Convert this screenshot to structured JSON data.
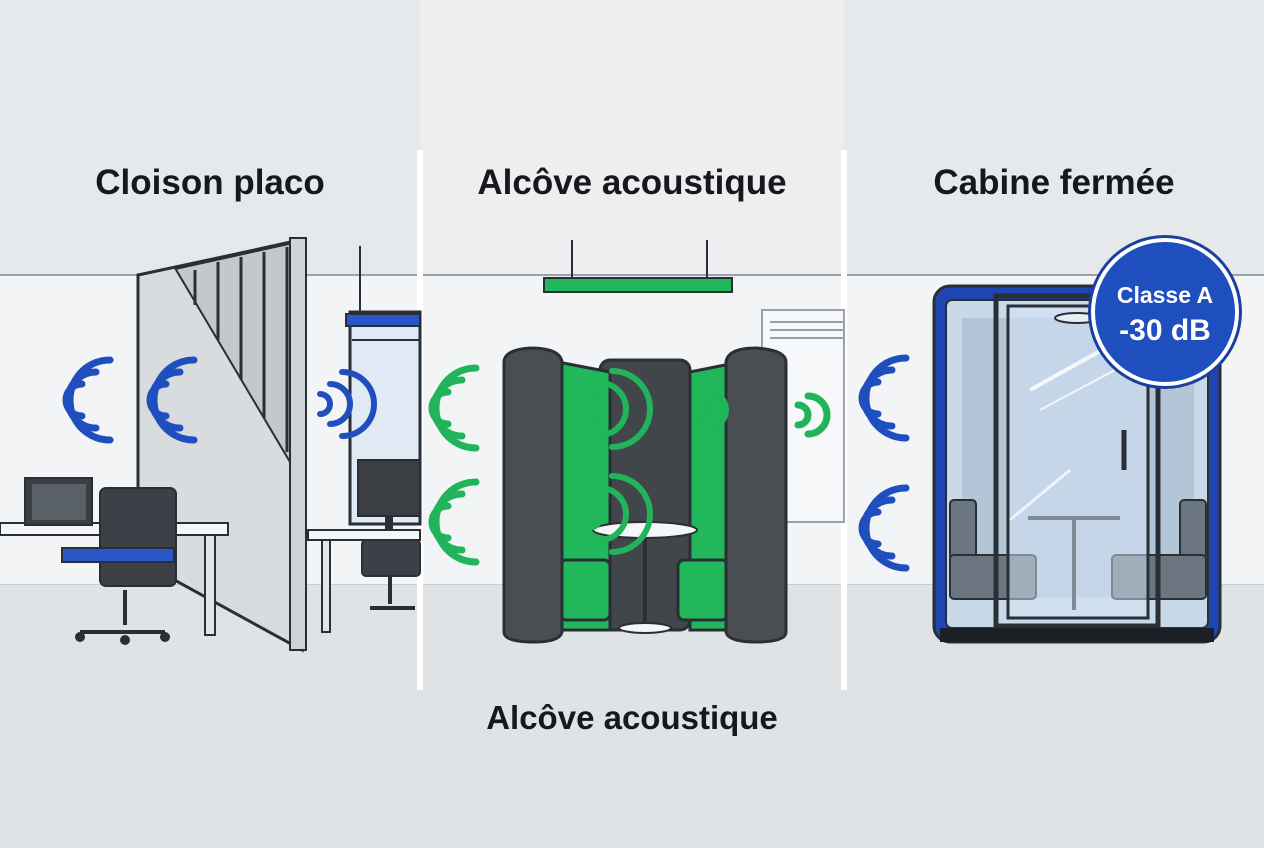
{
  "panels": [
    {
      "title": "Cloison placo"
    },
    {
      "title": "Alcôve acoustique"
    },
    {
      "title": "Cabine fermée"
    }
  ],
  "bottom_caption": "Alcôve acoustique",
  "badge": {
    "line1": "Classe A",
    "line2": "-30 dB"
  },
  "colors": {
    "sound_wave_blue": "#1f4fbf",
    "sound_wave_green": "#22b45a",
    "booth_frame_blue": "#1f45b5",
    "alcove_felt": "#4a4e52",
    "alcove_seat_green": "#21b85c",
    "background": "#e9ecef"
  }
}
